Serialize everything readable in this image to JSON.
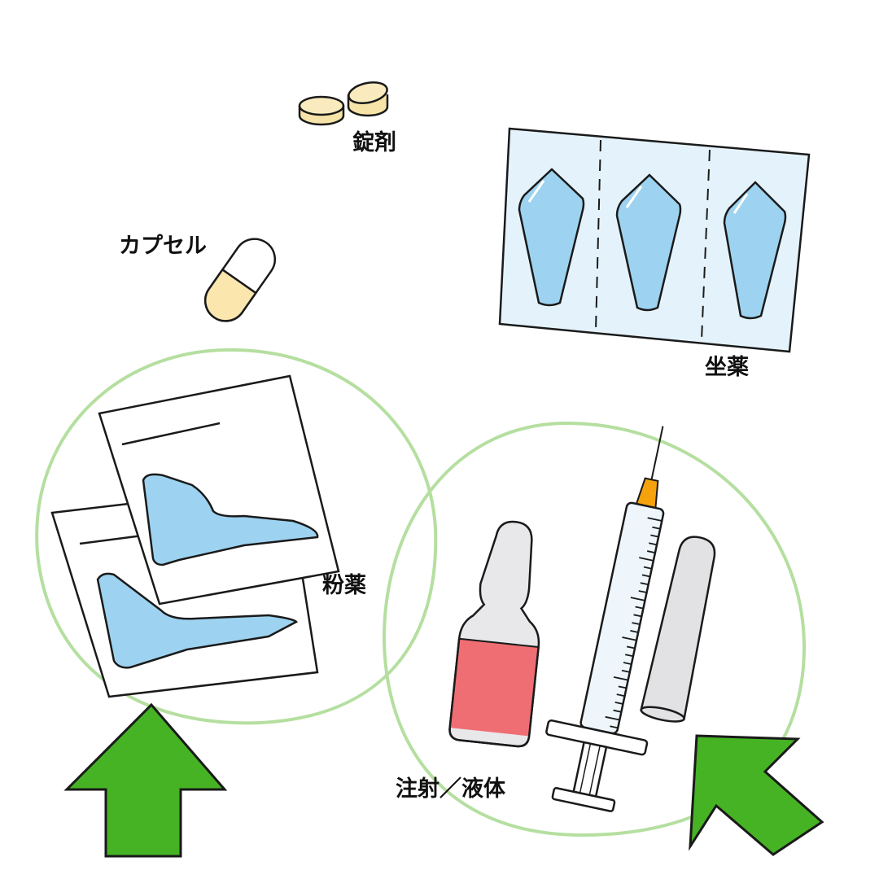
{
  "labels": {
    "tablet": "錠剤",
    "capsule": "カプセル",
    "suppository": "坐薬",
    "powder": "粉薬",
    "injection": "注射／液体"
  },
  "colors": {
    "tablet": "#f6e3a8",
    "capsule_fill": "#fbe6ae",
    "pack_background": "#e4f3fb",
    "medicine_blue": "#9dd3f0",
    "circle_highlight": "#b5dfa0",
    "arrow": "#46b324",
    "vial_liquid": "#ef6e73",
    "needle_hub": "#f5a20c",
    "outline": "#1a1a1a"
  },
  "icons": [
    "tablet-icon",
    "capsule-icon",
    "suppository-pack-icon",
    "powder-packet-icon",
    "ampoule-icon",
    "syringe-icon",
    "tube-icon",
    "arrow-up-icon",
    "arrow-diagonal-icon"
  ]
}
